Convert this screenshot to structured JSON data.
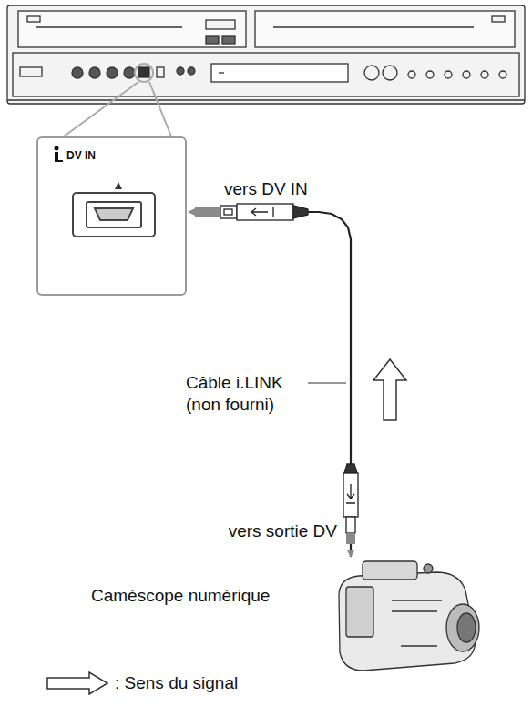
{
  "diagram": {
    "nodes": [
      {
        "text": [
          "DV IN"
        ]
      },
      {
        "text": [
          "Caméscope numérique"
        ]
      }
    ],
    "edges": [
      {
        "from": 1,
        "to": 0,
        "arrow": "both",
        "label": "Câble i.LINK (non fourni)"
      }
    ],
    "labels": [
      "vers DV IN",
      "vers sortie DV"
    ],
    "legend": [
      {
        "text": ": Sens du signal"
      }
    ]
  }
}
